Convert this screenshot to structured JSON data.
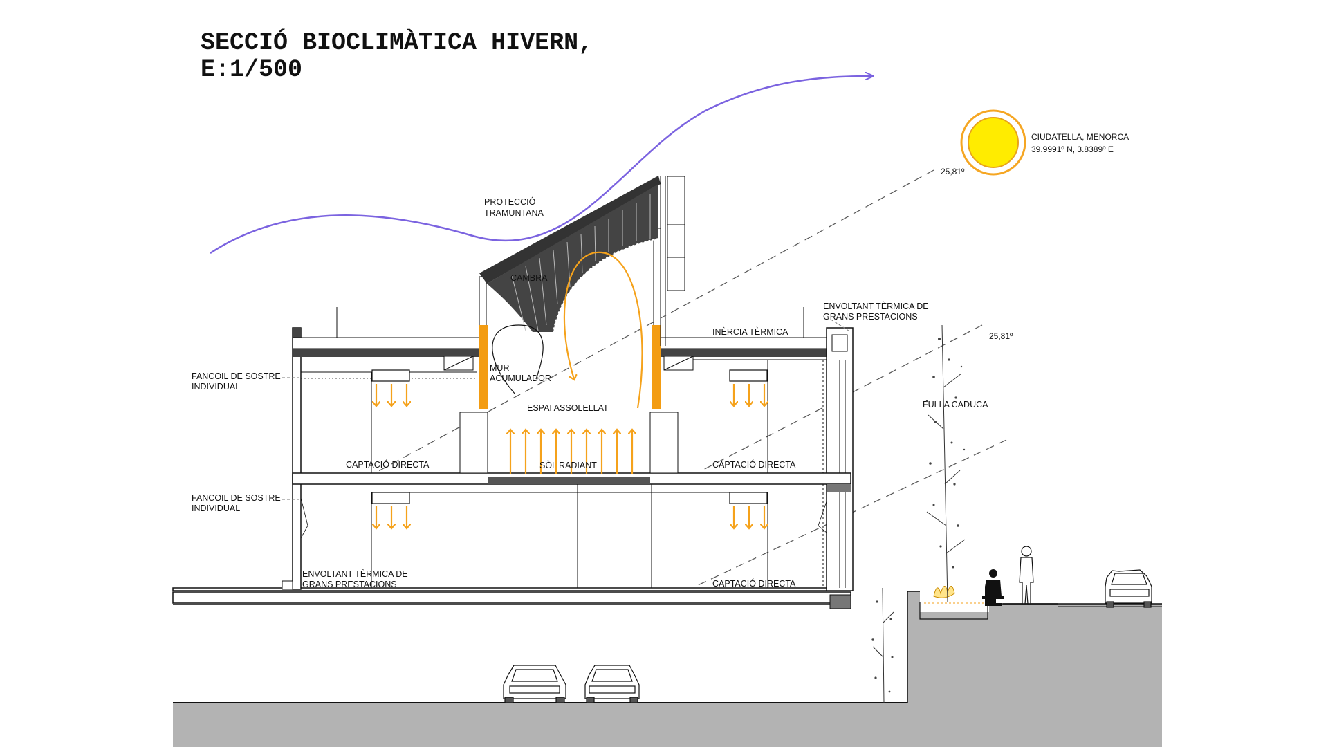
{
  "title": {
    "line1": "SECCIÓ BIOCLIMÀTICA HIVERN,",
    "line2": "E:1/500"
  },
  "location": {
    "line1": "CIUDATELLA, MENORCA",
    "line2": "39.9991º N, 3.8389º E"
  },
  "sun_angle": {
    "top": "25,81º",
    "right": "25,81º"
  },
  "labels": {
    "proteccio_1": "PROTECCIÓ",
    "proteccio_2": "TRAMUNTANA",
    "cambra": "CAMBRA",
    "inercia": "INÈRCIA TÈRMICA",
    "envolvent_top_1": "ENVOLTANT TÈRMICA DE",
    "envolvent_top_2": "GRANS PRESTACIONS",
    "fancoil_1a": "FANCOIL DE SOSTRE",
    "fancoil_1b": "INDIVIDUAL",
    "fancoil_2a": "FANCOIL DE SOSTRE",
    "fancoil_2b": "INDIVIDUAL",
    "mur_1": "MUR",
    "mur_2": "ACUMULADOR",
    "espai": "ESPAI ASSOLELLAT",
    "captacio_left": "CAPTACIÓ DIRECTA",
    "captacio_right": "CAPTACIÓ DIRECTA",
    "captacio_ground": "CAPTACIÓ DIRECTA",
    "sol_radiant": "SÒL RADIANT",
    "fulla_caduca": "FULLA CADUCA",
    "envolvent_bot_1": "ENVOLTANT TÈRMICA DE",
    "envolvent_bot_2": "GRANS PRESTACIONS"
  },
  "colors": {
    "wind": "#7b63e0",
    "heat": "#f5a21b",
    "mass_wall": "#f39c12",
    "sun_fill": "#ffec00",
    "sun_ring": "#f5a623",
    "ground": "#b3b3b3",
    "ink": "#111111"
  },
  "icons": {
    "sun": "sun-icon",
    "car": "car-icon",
    "person": "person-icon",
    "tree": "tree-icon",
    "arrow": "arrow-icon"
  }
}
